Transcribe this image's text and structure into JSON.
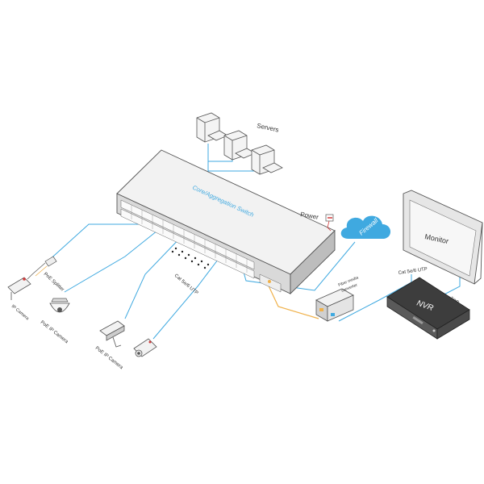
{
  "labels": {
    "servers": "Servers",
    "core_switch": "Core/Aggregation Switch",
    "power": "Power",
    "firewall": "Firewall",
    "monitor": "Monitor",
    "nvr": "NVR",
    "video_line": "Video line",
    "cat_utp_right": "Cat 5e/6 UTP",
    "cat_utp_left": "Cat 5e/6 UTP",
    "fiber_converter_line1": "Fiber media",
    "fiber_converter_line2": "converter",
    "poe_splitter": "PoE Splitter",
    "ip_camera": "IP Camera",
    "poe_ip_camera_dome": "PoE IP Camera",
    "poe_ip_camera_bullet": "PoE IP Camera"
  },
  "colors": {
    "cable_blue": "#3fa9e0",
    "fiber_orange": "#f0b14a",
    "device_outline": "#555555",
    "switch_top": "#f2f2f2",
    "switch_front": "#d9d9d9",
    "firewall_fill": "#3fa9e0",
    "power_plug": "#d23b3b"
  },
  "icons": [
    "server-icon",
    "switch-icon",
    "firewall-cloud-icon",
    "monitor-icon",
    "nvr-icon",
    "media-converter-icon",
    "ip-camera-icon",
    "dome-camera-icon",
    "bullet-camera-icon",
    "poe-splitter-icon",
    "power-plug-icon"
  ]
}
